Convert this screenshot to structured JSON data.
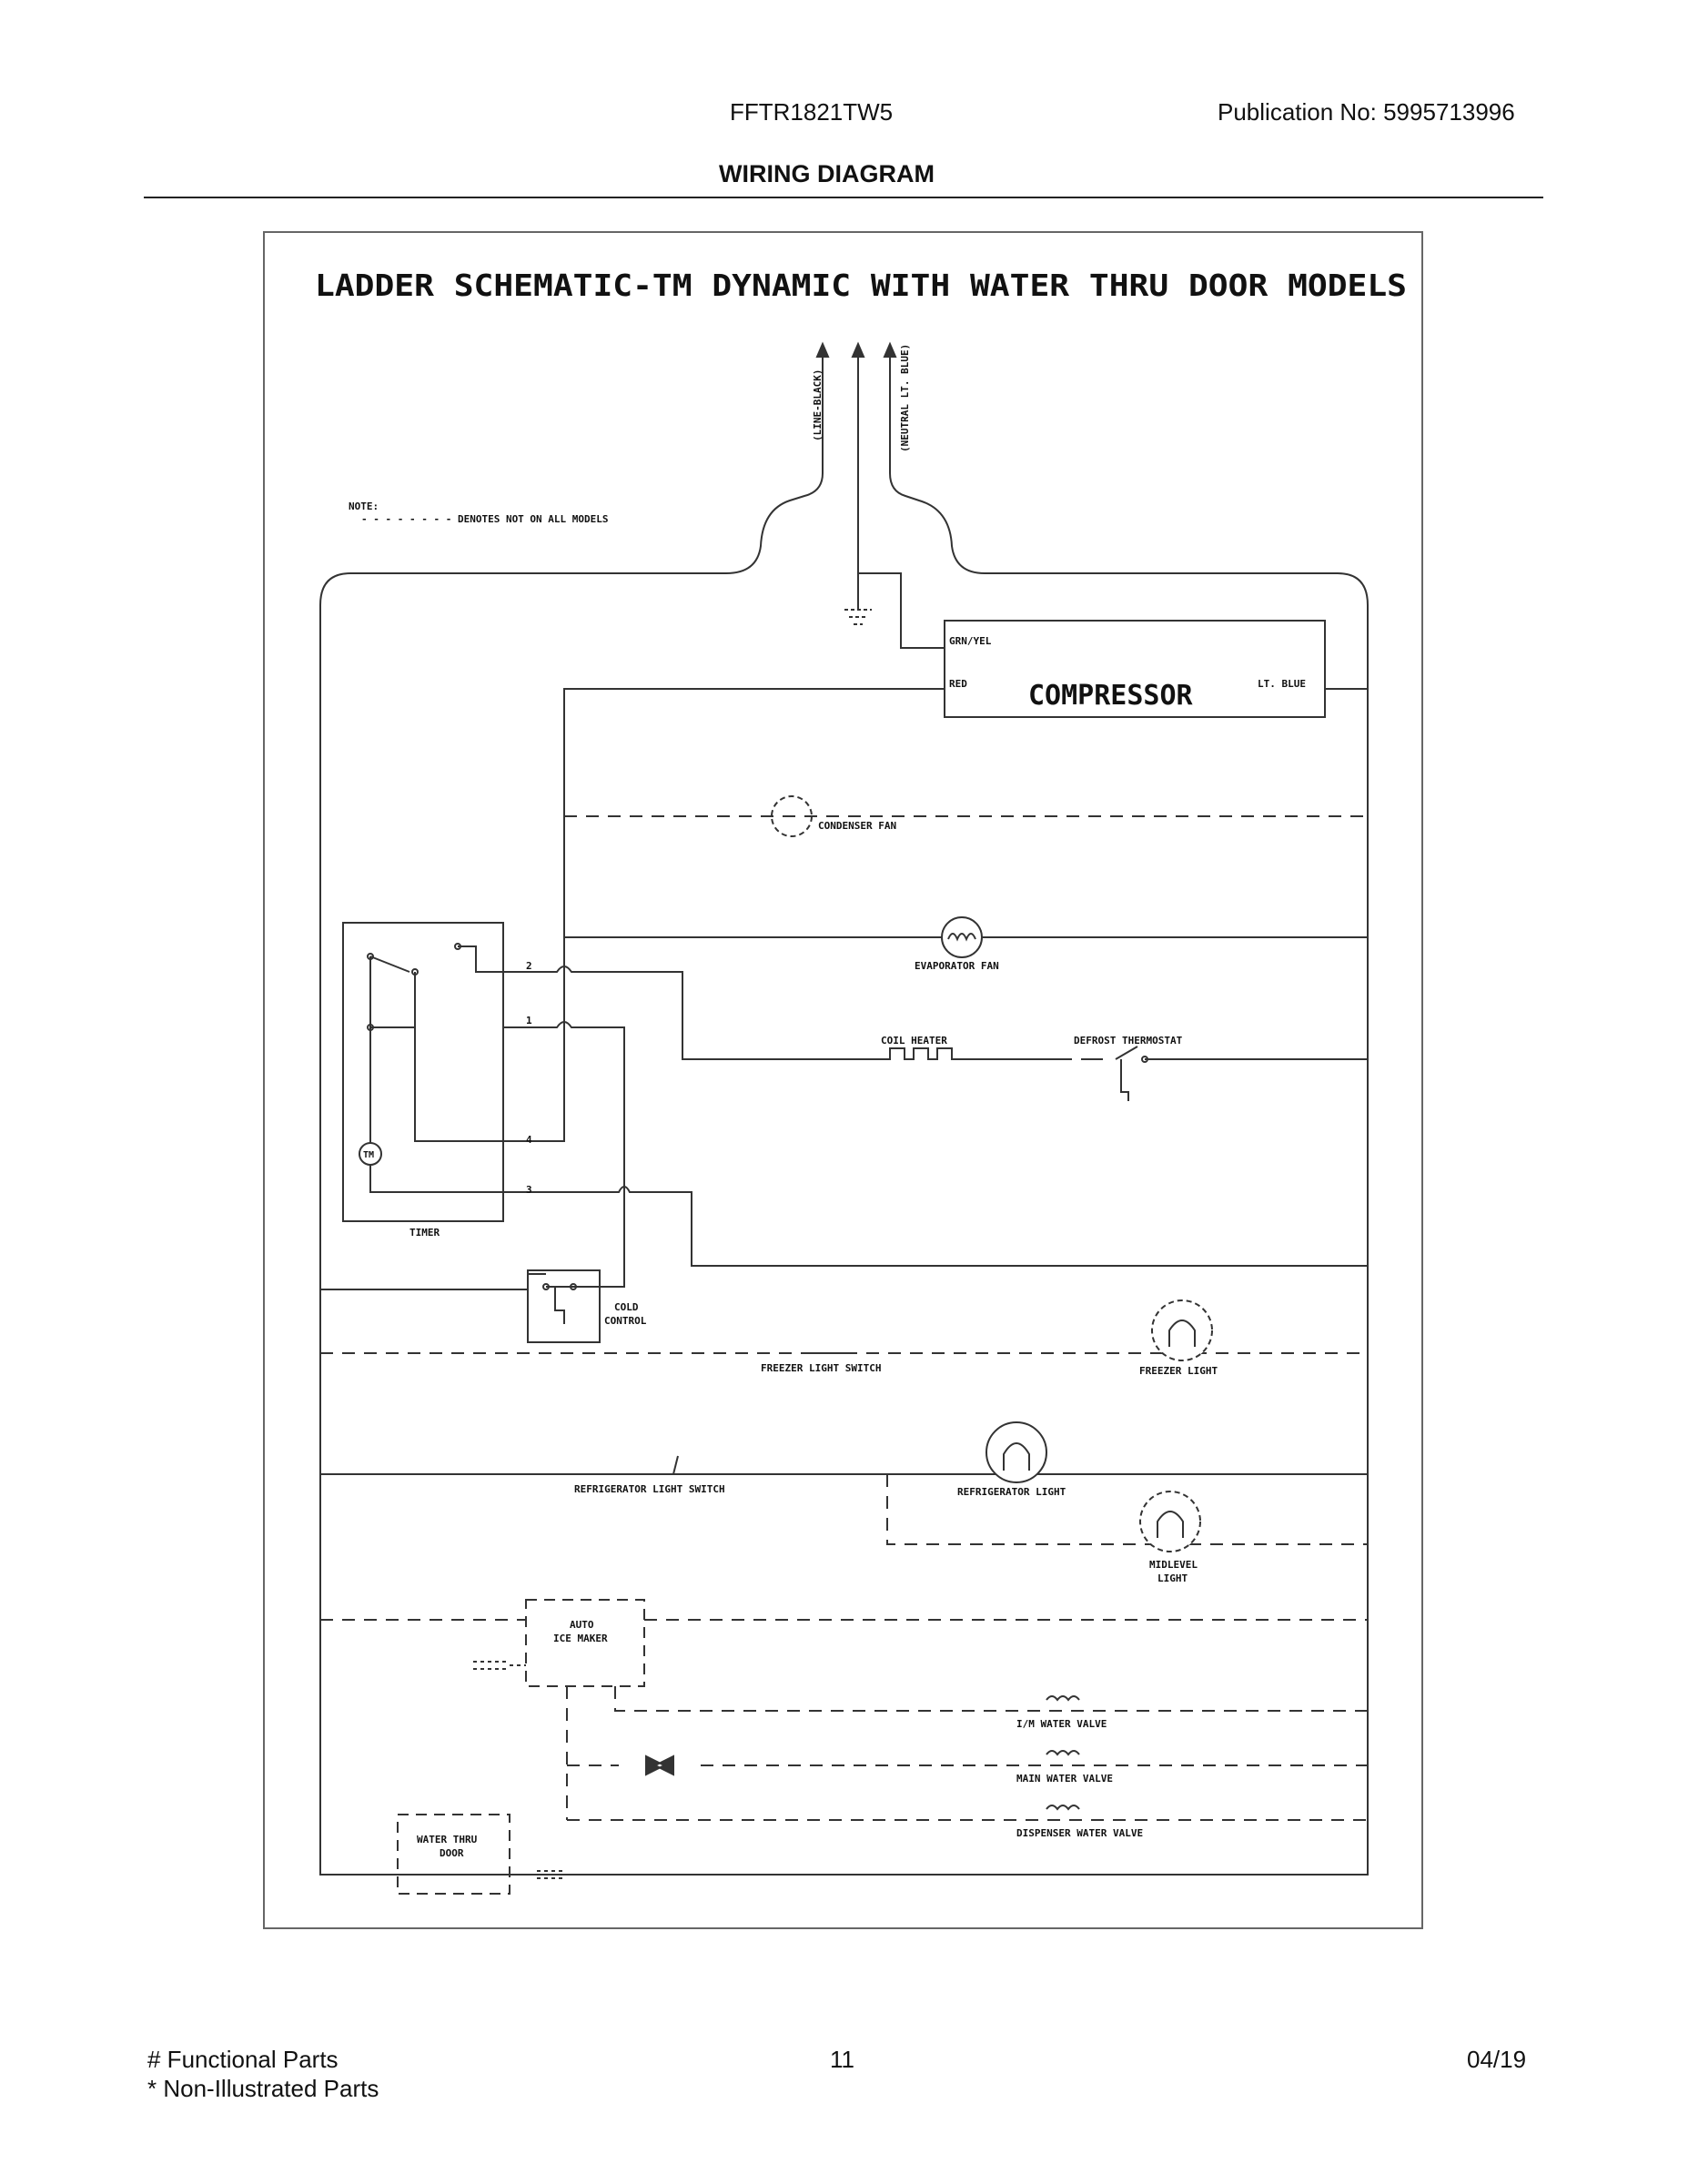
{
  "header": {
    "model": "FFTR1821TW5",
    "publication": "Publication No:  5995713996",
    "title": "WIRING DIAGRAM"
  },
  "diagram": {
    "heading": "LADDER SCHEMATIC-TM DYNAMIC WITH WATER THRU DOOR MODELS",
    "line_label": "(LINE-BLACK)",
    "neutral_label": "(NEUTRAL LT. BLUE)",
    "note_title": "NOTE:",
    "note_text": "- - - - - - - -  DENOTES NOT ON ALL MODELS",
    "compressor": {
      "label": "COMPRESSOR",
      "grn_yel": "GRN/YEL",
      "red": "RED",
      "lt_blue": "LT. BLUE"
    },
    "components": {
      "condenser_fan": "CONDENSER FAN",
      "evaporator_fan": "EVAPORATOR FAN",
      "coil_heater": "COIL HEATER",
      "defrost_thermostat": "DEFROST THERMOSTAT",
      "timer": "TIMER",
      "tm": "TM",
      "cold_control_1": "COLD",
      "cold_control_2": "CONTROL",
      "freezer_light_switch": "FREEZER LIGHT SWITCH",
      "freezer_light": "FREEZER LIGHT",
      "refrigerator_light_switch": "REFRIGERATOR LIGHT SWITCH",
      "refrigerator_light": "REFRIGERATOR LIGHT",
      "midlevel_light_1": "MIDLEVEL",
      "midlevel_light_2": "LIGHT",
      "auto_ice_maker_1": "AUTO",
      "auto_ice_maker_2": "ICE MAKER",
      "im_water_valve": "I/M WATER VALVE",
      "main_water_valve": "MAIN WATER VALVE",
      "dispenser_water_valve": "DISPENSER WATER VALVE",
      "water_thru_door_1": "WATER THRU",
      "water_thru_door_2": "DOOR"
    },
    "timer_terminals": {
      "t2": "2",
      "t1": "1",
      "t4": "4",
      "t3": "3"
    }
  },
  "footer": {
    "functional_parts": "# Functional Parts",
    "non_illustrated": "* Non-Illustrated Parts",
    "page": "11",
    "date": "04/19"
  }
}
